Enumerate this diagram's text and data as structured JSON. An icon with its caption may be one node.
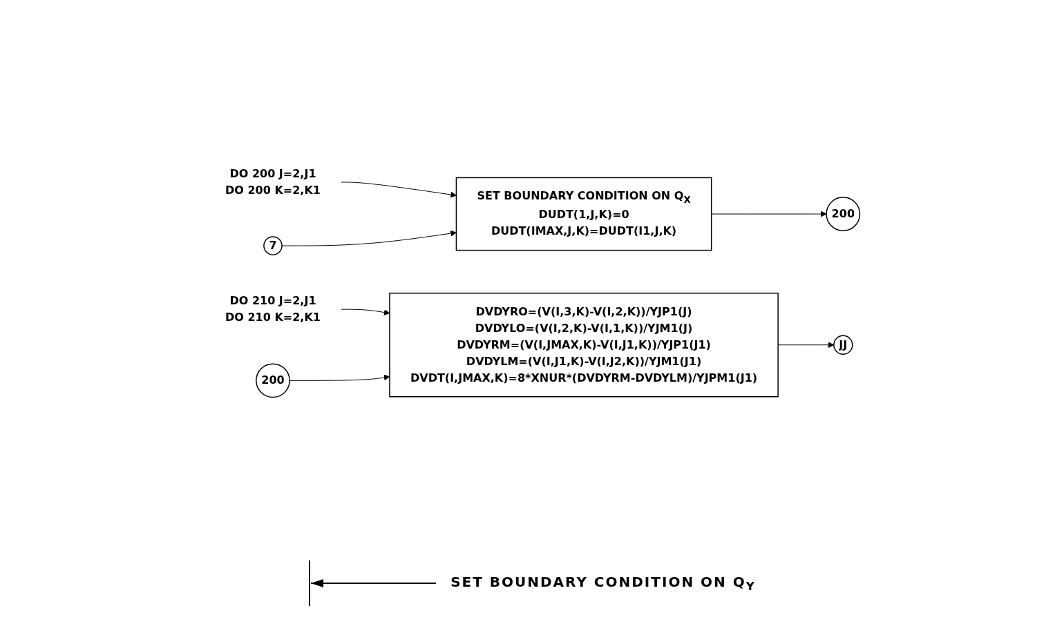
{
  "diagram": {
    "nodes": [
      {
        "text": [
          "DO 200 J=2,J1",
          "DO 200 K=2,K1"
        ]
      },
      {
        "text": [
          "7"
        ]
      },
      {
        "text": [
          "SET BOUNDARY CONDITION ON Q$_{X}$",
          "DUDT(1,J,K)=0",
          "DUDT(IMAX,J,K)=DUDT(I1,J,K)"
        ]
      },
      {
        "text": [
          "200"
        ]
      },
      {
        "text": [
          "DO 210 J=2,J1",
          "DO 210 K=2,K1"
        ]
      },
      {
        "text": [
          "200"
        ]
      },
      {
        "text": [
          "DVDYRO=(V(I,3,K)-V(I,2,K))/YJP1(J)",
          "DVDYLO=(V(I,2,K)-V(I,1,K))/YJM1(J)",
          "DVDYRM=(V(I,JMAX,K)-V(I,J1,K))/YJP1(J1)",
          "DVDYLM=(V(I,J1,K)-V(I,J2,K))/YJM1(J1)",
          "DVDT(I,JMAX,K)=8*XNUR*(DVDYRM-DVDYLM)/YJPM1(J1)"
        ]
      },
      {
        "text": [
          "JJ"
        ]
      }
    ],
    "edges": [
      {
        "from": 0,
        "to": 2,
        "arrow": "to"
      },
      {
        "from": 1,
        "to": 2,
        "arrow": "to"
      },
      {
        "from": 2,
        "to": 3,
        "arrow": "to"
      },
      {
        "from": 4,
        "to": 6,
        "arrow": "to"
      },
      {
        "from": 5,
        "to": 6,
        "arrow": "to"
      },
      {
        "from": 6,
        "to": 7,
        "arrow": "to"
      }
    ],
    "labels": [
      "SET BOUNDARY CONDITION ON Q$_{Y}$"
    ]
  }
}
